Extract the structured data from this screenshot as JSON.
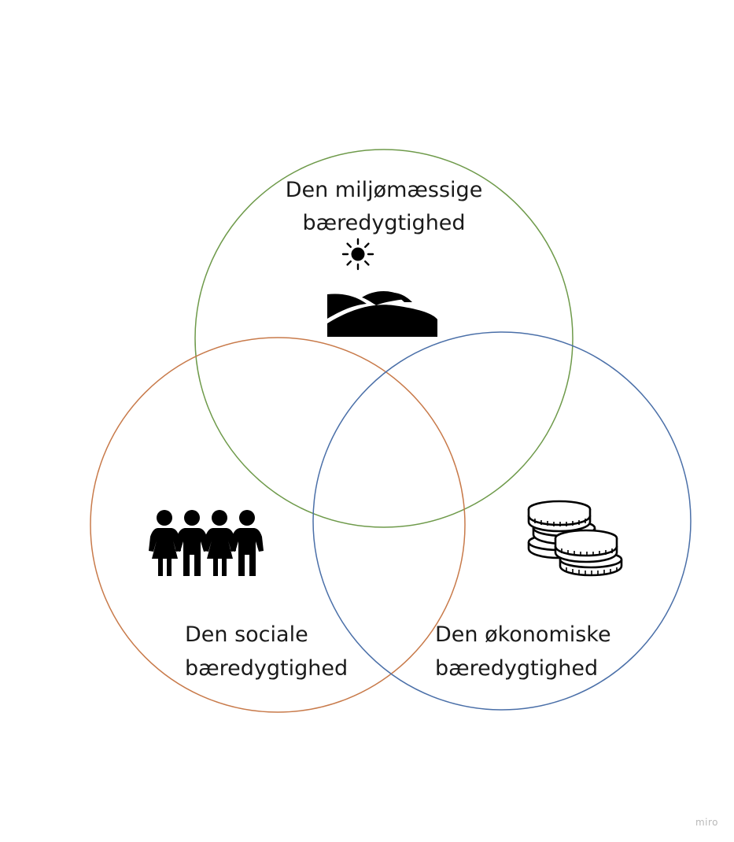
{
  "diagram": {
    "circles": {
      "environmental": {
        "line1": "Den miljømæssige",
        "line2": "bæredygtighed",
        "color": "#6e9a4a",
        "icons": [
          "sun-icon",
          "landscape-hills-icon"
        ]
      },
      "social": {
        "line1": "Den sociale",
        "line2": "bæredygtighed",
        "color": "#c87a4a",
        "icons": [
          "people-group-icon"
        ]
      },
      "economic": {
        "line1": "Den økonomiske",
        "line2": "bæredygtighed",
        "color": "#4a6fa8",
        "icons": [
          "coins-stack-icon"
        ]
      }
    }
  },
  "watermark": "miro"
}
